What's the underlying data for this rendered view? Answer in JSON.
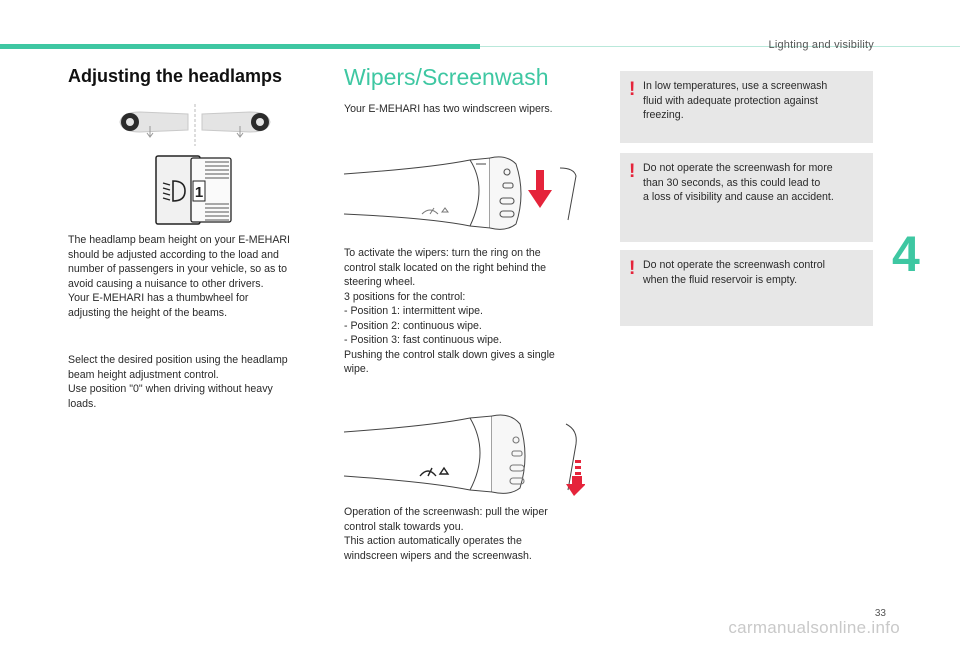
{
  "header": {
    "section_title": "Lighting and visibility",
    "chapter_number": "4",
    "page_number": "33"
  },
  "headlamps": {
    "title": "Adjusting the headlamps",
    "wheel_label": "1",
    "paragraph1": [
      "The headlamp beam height on your E-MEHARI",
      "should be adjusted according to the load and",
      "number of passengers in your vehicle, so as to",
      "avoid causing a nuisance to other drivers.",
      "Your E-MEHARI has a thumbwheel for",
      "adjusting the height of the beams."
    ],
    "paragraph2": [
      "Select the desired position using the headlamp",
      "beam height adjustment control.",
      "Use position \"0\" when driving without heavy",
      "loads."
    ]
  },
  "wipers": {
    "title": "Wipers/Screenwash",
    "intro": "Your E-MEHARI has two windscreen wipers.",
    "paragraph1": [
      "To activate the wipers: turn the ring on the",
      "control stalk located on the right behind the",
      "steering wheel.",
      "3 positions for the control:",
      "-    Position 1: intermittent wipe.",
      "-    Position 2: continuous wipe.",
      "-    Position 3: fast continuous wipe.",
      "Pushing the control stalk down gives a single",
      "wipe."
    ],
    "paragraph2": [
      "Operation of the screenwash: pull the wiper",
      "control stalk towards you.",
      "This action automatically operates the",
      "windscreen wipers and the screenwash."
    ]
  },
  "warnings": [
    {
      "mark": "!",
      "lines": [
        "In low temperatures, use a screenwash",
        "fluid with adequate protection against",
        "freezing."
      ]
    },
    {
      "mark": "!",
      "lines": [
        "Do not operate the screenwash for more",
        "than 30 seconds, as this could lead to",
        "a loss of visibility and cause an accident."
      ]
    },
    {
      "mark": "!",
      "lines": [
        "Do not operate the screenwash control",
        "when the fluid reservoir is empty."
      ]
    }
  ],
  "watermark": "carmanualsonline.info",
  "colors": {
    "accent": "#3ec7a2",
    "warning_mark": "#e5243b",
    "warning_bg": "#e7e7e7",
    "arrow": "#e5243b"
  }
}
